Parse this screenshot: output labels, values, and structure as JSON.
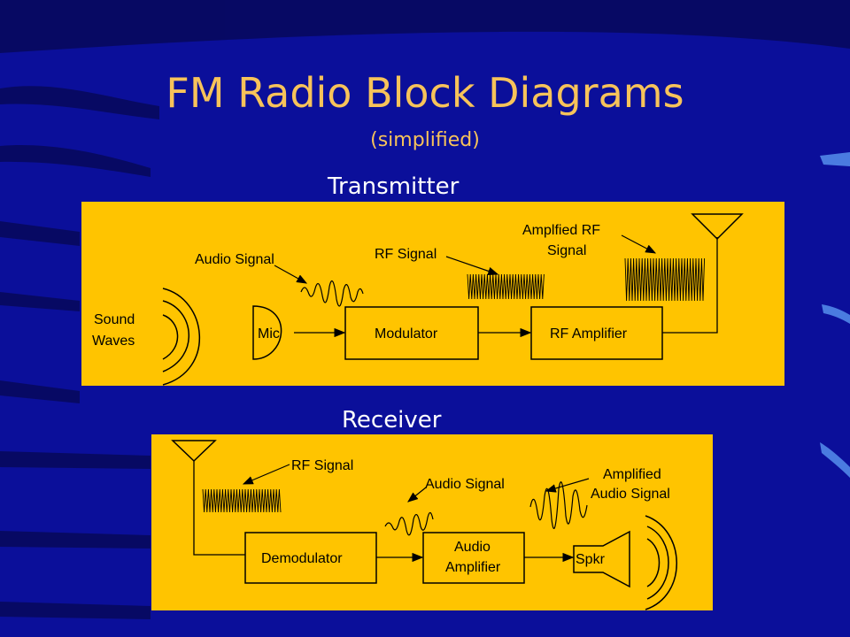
{
  "slide": {
    "title": "FM Radio Block Diagrams",
    "subtitle": "(simplified)"
  },
  "transmitter": {
    "heading": "Transmitter",
    "sound_waves_line1": "Sound",
    "sound_waves_line2": "Waves",
    "audio_signal": "Audio Signal",
    "rf_signal": "RF Signal",
    "amplified_rf_line1": "Amplfied RF",
    "amplified_rf_line2": "Signal",
    "mic": "Mic",
    "modulator": "Modulator",
    "rf_amplifier": "RF Amplifier"
  },
  "receiver": {
    "heading": "Receiver",
    "rf_signal": "RF Signal",
    "audio_signal": "Audio Signal",
    "amplified_audio_line1": "Amplified",
    "amplified_audio_line2": "Audio Signal",
    "demodulator": "Demodulator",
    "audio_amplifier_line1": "Audio",
    "audio_amplifier_line2": "Amplifier",
    "speaker": "Spkr"
  },
  "colors": {
    "background": "#0b0f9a",
    "title": "#f7c35a",
    "panel": "#ffc400"
  }
}
